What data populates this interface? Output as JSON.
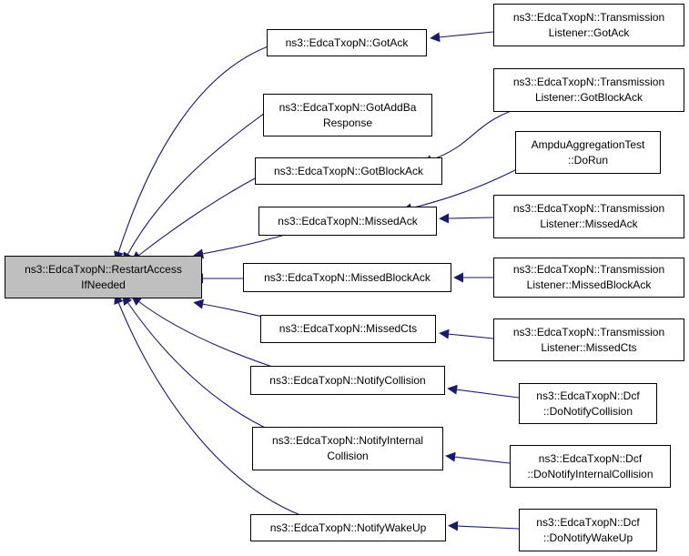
{
  "colors": {
    "edge": "#191970",
    "root_fill": "#bfbfbf",
    "node_fill": "#ffffff",
    "border": "#000000"
  },
  "nodes": {
    "root": [
      "ns3::EdcaTxopN::RestartAccess",
      "IfNeeded"
    ],
    "gotack": [
      "ns3::EdcaTxopN::GotAck"
    ],
    "gotaddba": [
      "ns3::EdcaTxopN::GotAddBa",
      "Response"
    ],
    "gotblockack": [
      "ns3::EdcaTxopN::GotBlockAck"
    ],
    "missedack": [
      "ns3::EdcaTxopN::MissedAck"
    ],
    "missedblockack": [
      "ns3::EdcaTxopN::MissedBlockAck"
    ],
    "missedcts": [
      "ns3::EdcaTxopN::MissedCts"
    ],
    "notifycollision": [
      "ns3::EdcaTxopN::NotifyCollision"
    ],
    "notifyinternal": [
      "ns3::EdcaTxopN::NotifyInternal",
      "Collision"
    ],
    "notifywakeup": [
      "ns3::EdcaTxopN::NotifyWakeUp"
    ],
    "tl_gotack": [
      "ns3::EdcaTxopN::Transmission",
      "Listener::GotAck"
    ],
    "tl_gotblockack": [
      "ns3::EdcaTxopN::Transmission",
      "Listener::GotBlockAck"
    ],
    "ampdu_dorun": [
      "AmpduAggregationTest",
      "::DoRun"
    ],
    "tl_missedack": [
      "ns3::EdcaTxopN::Transmission",
      "Listener::MissedAck"
    ],
    "tl_missedblockack": [
      "ns3::EdcaTxopN::Transmission",
      "Listener::MissedBlockAck"
    ],
    "tl_missedcts": [
      "ns3::EdcaTxopN::Transmission",
      "Listener::MissedCts"
    ],
    "dcf_collision": [
      "ns3::EdcaTxopN::Dcf",
      "::DoNotifyCollision"
    ],
    "dcf_internal": [
      "ns3::EdcaTxopN::Dcf",
      "::DoNotifyInternalCollision"
    ],
    "dcf_wakeup": [
      "ns3::EdcaTxopN::Dcf",
      "::DoNotifyWakeUp"
    ]
  }
}
